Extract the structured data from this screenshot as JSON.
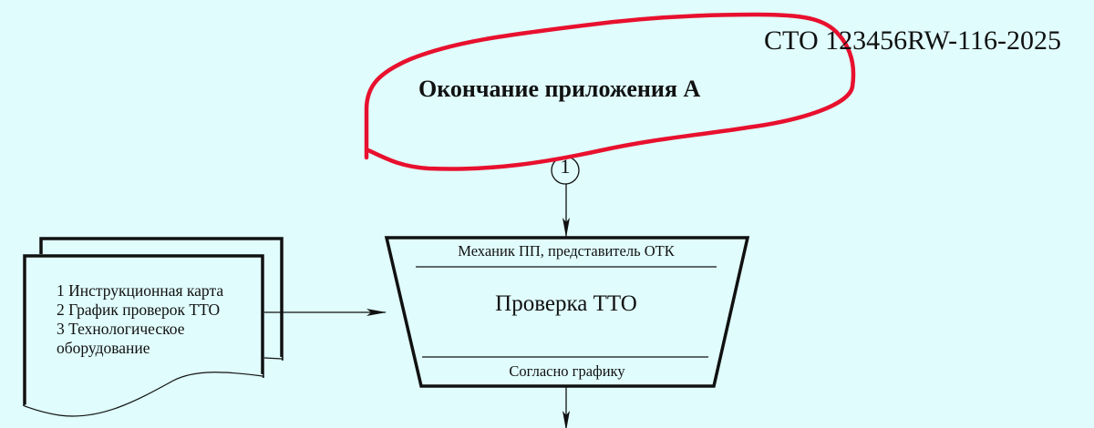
{
  "header": {
    "document_code": "СТО 123456RW-116-2025",
    "appendix_title": "Окончание приложения А"
  },
  "annotation": {
    "type": "hand-drawn-outline",
    "color": "#e8102e",
    "encloses": "appendix_title"
  },
  "connector": {
    "label": "1"
  },
  "input_documents": {
    "items": [
      "1 Инструкционная карта",
      "2 График проверок ТТО",
      "3 Технологическое",
      "оборудование"
    ]
  },
  "process_block": {
    "performer": "Механик ПП, представитель ОТК",
    "name": "Проверка ТТО",
    "timing": "Согласно графику"
  },
  "colors": {
    "background": "#e0fcfc",
    "line": "#111111",
    "annotation": "#e8102e"
  }
}
